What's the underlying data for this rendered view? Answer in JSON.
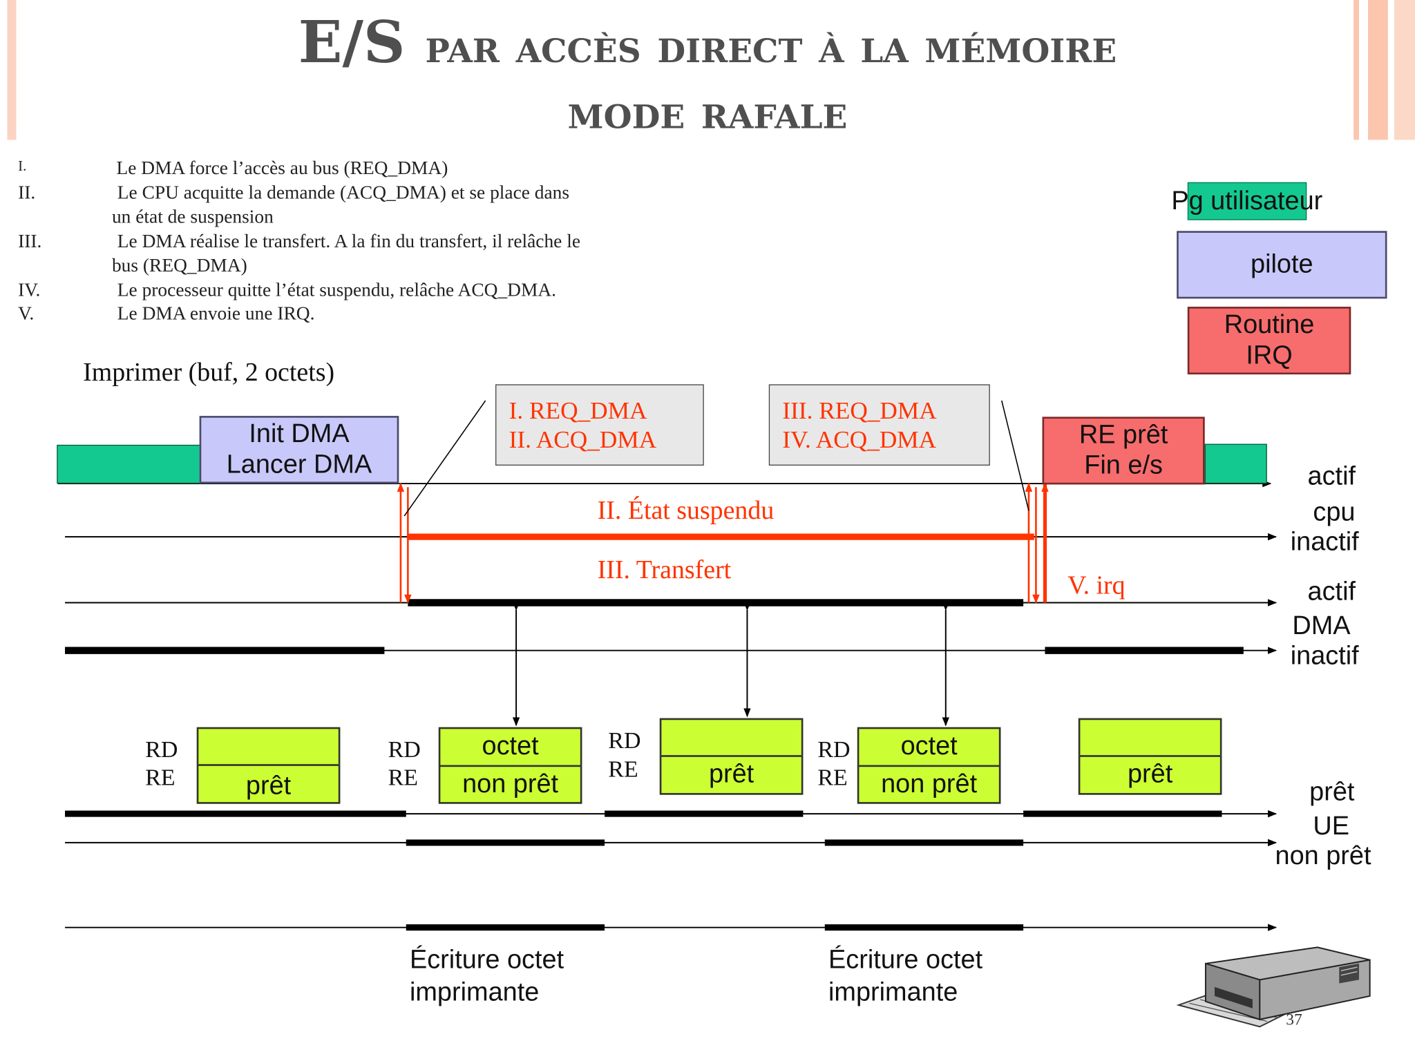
{
  "title": {
    "line1_big": "E/S",
    "line1_rest": "par accès direct à la mémoire",
    "line2": "mode rafale"
  },
  "steps": [
    {
      "num": "I.",
      "lines": [
        "Le DMA force l’accès au bus (REQ_DMA)"
      ]
    },
    {
      "num": "II.",
      "lines": [
        "Le CPU acquitte la demande (ACQ_DMA) et se place dans",
        "un état de suspension"
      ]
    },
    {
      "num": "III.",
      "lines": [
        "Le DMA réalise le transfert. A la fin du transfert, il relâche le",
        "bus (REQ_DMA)"
      ]
    },
    {
      "num": "IV.",
      "lines": [
        "Le processeur quitte l’état suspendu, relâche ACQ_DMA."
      ]
    },
    {
      "num": "V.",
      "lines": [
        "Le DMA envoie une IRQ."
      ]
    }
  ],
  "legend": {
    "user_program": "Pg utilisateur",
    "driver": "pilote",
    "irq_routine": [
      "Routine",
      "IRQ"
    ]
  },
  "colors": {
    "user_green": "#14c98f",
    "driver_lavender": "#c8c8fa",
    "irq_red": "#f76c6c",
    "status_lime": "#ccff33",
    "signal_red": "#ff3300",
    "callout_grey": "#e8e8e8"
  },
  "call_label": "Imprimer (buf, 2 octets)",
  "init_box": [
    "Init DMA",
    "Lancer DMA"
  ],
  "re_box": [
    "RE prêt",
    "Fin e/s"
  ],
  "callout_left": [
    "I. REQ_DMA",
    "II. ACQ_DMA"
  ],
  "callout_right": [
    "III. REQ_DMA",
    "IV. ACQ_DMA"
  ],
  "state_suspended": "II. État suspendu",
  "state_transfer": "III. Transfert",
  "irq_label": "V. irq",
  "cpu_axis": {
    "active": "actif",
    "name": "cpu",
    "inactive": "inactif"
  },
  "dma_axis": {
    "active": "actif",
    "name": "DMA",
    "inactive": "inactif"
  },
  "ue_axis": {
    "ready": "prêt",
    "name": "UE",
    "not_ready": "non prêt"
  },
  "register_labels": [
    {
      "rd": "RD",
      "re": "RE",
      "top": "",
      "bottom": "prêt"
    },
    {
      "rd": "RD",
      "re": "RE",
      "top": "octet",
      "bottom": "non prêt"
    },
    {
      "rd": "RD",
      "re": "RE",
      "top": "",
      "bottom": "prêt"
    },
    {
      "rd": "RD",
      "re": "RE",
      "top": "octet",
      "bottom": "non prêt"
    },
    {
      "rd": "",
      "re": "",
      "top": "",
      "bottom": "prêt"
    }
  ],
  "write_labels": [
    [
      "Écriture octet",
      "imprimante"
    ],
    [
      "Écriture octet",
      "imprimante"
    ]
  ],
  "printer_icon": "printer-icon",
  "page_number": "37"
}
